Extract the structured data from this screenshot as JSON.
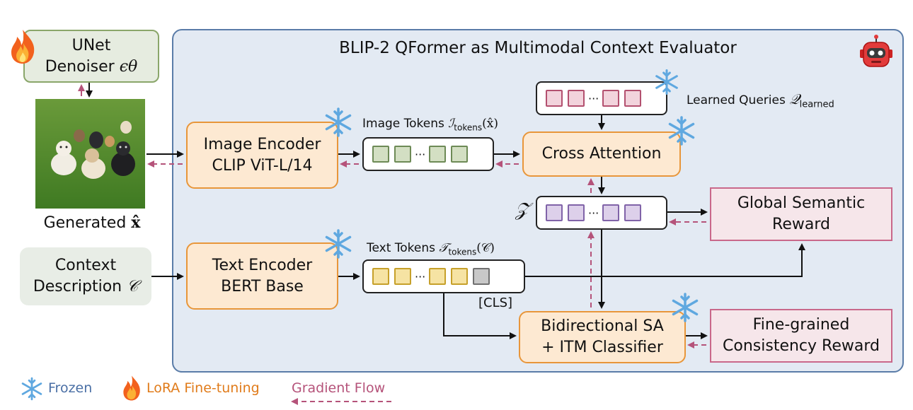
{
  "panel": {
    "title": "BLIP-2 QFormer as Multimodal Context Evaluator"
  },
  "unet": {
    "line1": "UNet",
    "line2": "Denoiser",
    "symbol": "ϵθ"
  },
  "generated": {
    "label": "Generated",
    "symbol": "x̂"
  },
  "context": {
    "line1": "Context",
    "line2": "Description",
    "symbol": "𝒞"
  },
  "image_encoder": {
    "line1": "Image Encoder",
    "line2": "CLIP ViT-L/14"
  },
  "text_encoder": {
    "line1": "Text Encoder",
    "line2": "BERT Base"
  },
  "image_tokens": {
    "label": "Image Tokens",
    "symbol": "ℐ",
    "sub": "tokens",
    "arg": "(x̂)"
  },
  "text_tokens": {
    "label": "Text Tokens",
    "symbol": "𝒯",
    "sub": "tokens",
    "arg": "(𝒞)",
    "cls": "[CLS]"
  },
  "queries": {
    "label": "Learned Queries",
    "symbol": "𝒬",
    "sub": "learned"
  },
  "cross_attention": {
    "label": "Cross Attention"
  },
  "z_symbol": "𝒵",
  "classifier": {
    "line1": "Bidirectional SA",
    "line2": "+ ITM Classifier"
  },
  "global_reward": {
    "line1": "Global Semantic",
    "line2": "Reward"
  },
  "fine_reward": {
    "line1": "Fine-grained",
    "line2": "Consistency Reward"
  },
  "legend": {
    "frozen": "Frozen",
    "lora": "LoRA Fine-tuning",
    "gradient": "Gradient Flow"
  },
  "colors": {
    "gradient": "#b5537a",
    "panel_border": "#5a7ca8",
    "orange": "#e8963a",
    "legend_blue": "#4a6fa5",
    "legend_orange": "#e07b1a"
  }
}
